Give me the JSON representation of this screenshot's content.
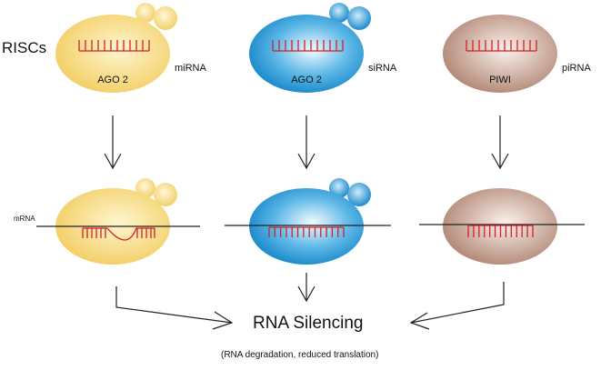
{
  "labels": {
    "riscs": "RISCs",
    "mrna": "mRNA",
    "silencing_title": "RNA Silencing",
    "silencing_subtitle": "(RNA degradation, reduced translation)"
  },
  "complexes": [
    {
      "protein": "AGO 2",
      "rna": "miRNA",
      "color": "#f2d069",
      "light": "#fff3c4",
      "style": "yellow"
    },
    {
      "protein": "AGO 2",
      "rna": "siRNA",
      "color": "#1f8fd0",
      "light": "#e9f6fd",
      "style": "blue"
    },
    {
      "protein": "PIWI",
      "rna": "piRNA",
      "color": "#b58a77",
      "light": "#f6ebe6",
      "style": "brown"
    }
  ],
  "colors": {
    "rna_strand": "#d4202a",
    "line": "#222222"
  }
}
